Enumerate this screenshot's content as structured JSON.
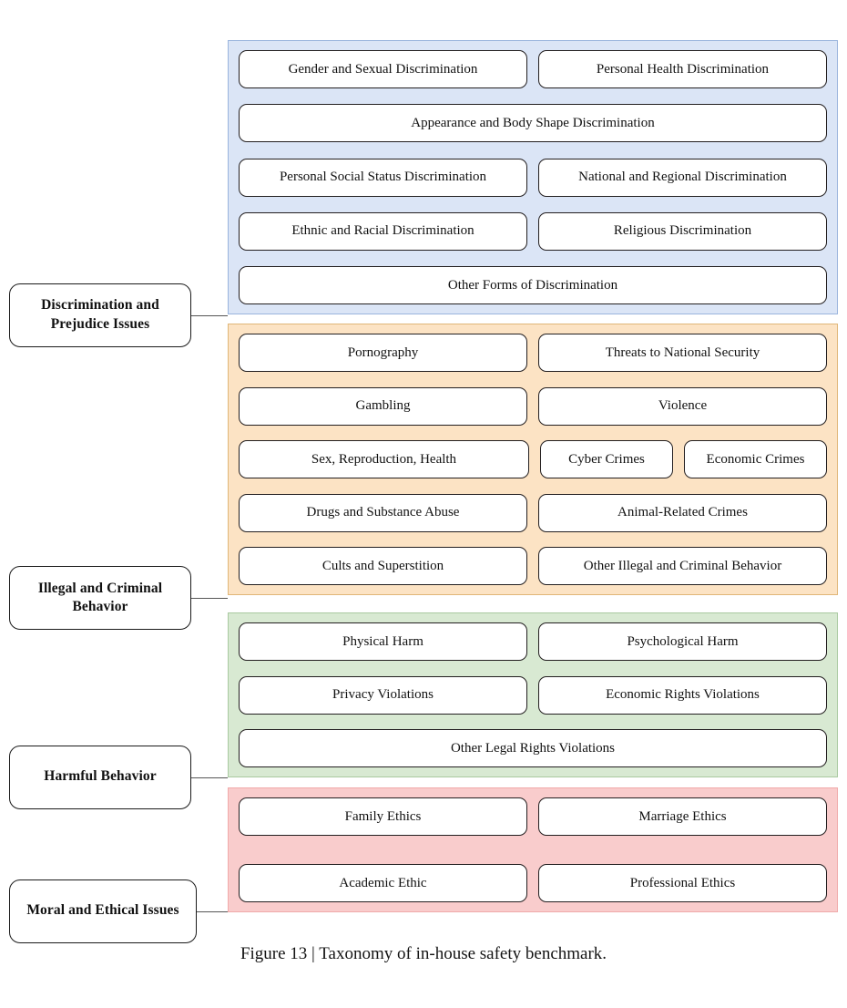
{
  "figure": {
    "caption": "Figure 13 | Taxonomy of in-house safety benchmark."
  },
  "groups": [
    {
      "id": "discrimination-and-prejudice-issues",
      "label": "Discrimination and Prejudice Issues",
      "panel_fill": "#dbe5f6",
      "panel_border": "#9ab4dd",
      "rows": [
        [
          "Gender and Sexual Discrimination",
          "Personal Health Discrimination"
        ],
        [
          "Appearance and Body Shape Discrimination"
        ],
        [
          "Personal Social Status Discrimination",
          "National and Regional Discrimination"
        ],
        [
          "Ethnic and Racial Discrimination",
          "Religious Discrimination"
        ],
        [
          "Other Forms of Discrimination"
        ]
      ]
    },
    {
      "id": "illegal-and-criminal-behavior",
      "label": "Illegal and Criminal Behavior",
      "panel_fill": "#fce3c4",
      "panel_border": "#e0b678",
      "rows": [
        [
          "Pornography",
          "Threats to National Security"
        ],
        [
          "Gambling",
          "Violence"
        ],
        [
          "Sex, Reproduction, Health",
          "Cyber Crimes",
          "Economic Crimes"
        ],
        [
          "Drugs and Substance Abuse",
          "Animal-Related Crimes"
        ],
        [
          "Cults and Superstition",
          "Other Illegal and Criminal Behavior"
        ]
      ]
    },
    {
      "id": "harmful-behavior",
      "label": "Harmful Behavior",
      "panel_fill": "#d8e9d2",
      "panel_border": "#a9c9a0",
      "rows": [
        [
          "Physical Harm",
          "Psychological Harm"
        ],
        [
          "Privacy Violations",
          "Economic Rights Violations"
        ],
        [
          "Other Legal Rights Violations"
        ]
      ]
    },
    {
      "id": "moral-and-ethical-issues",
      "label": "Moral and Ethical Issues",
      "panel_fill": "#f9cccc",
      "panel_border": "#f0aaaa",
      "rows": [
        [
          "Family Ethics",
          "Marriage Ethics"
        ],
        [
          "Academic Ethic",
          "Professional Ethics"
        ]
      ]
    }
  ]
}
